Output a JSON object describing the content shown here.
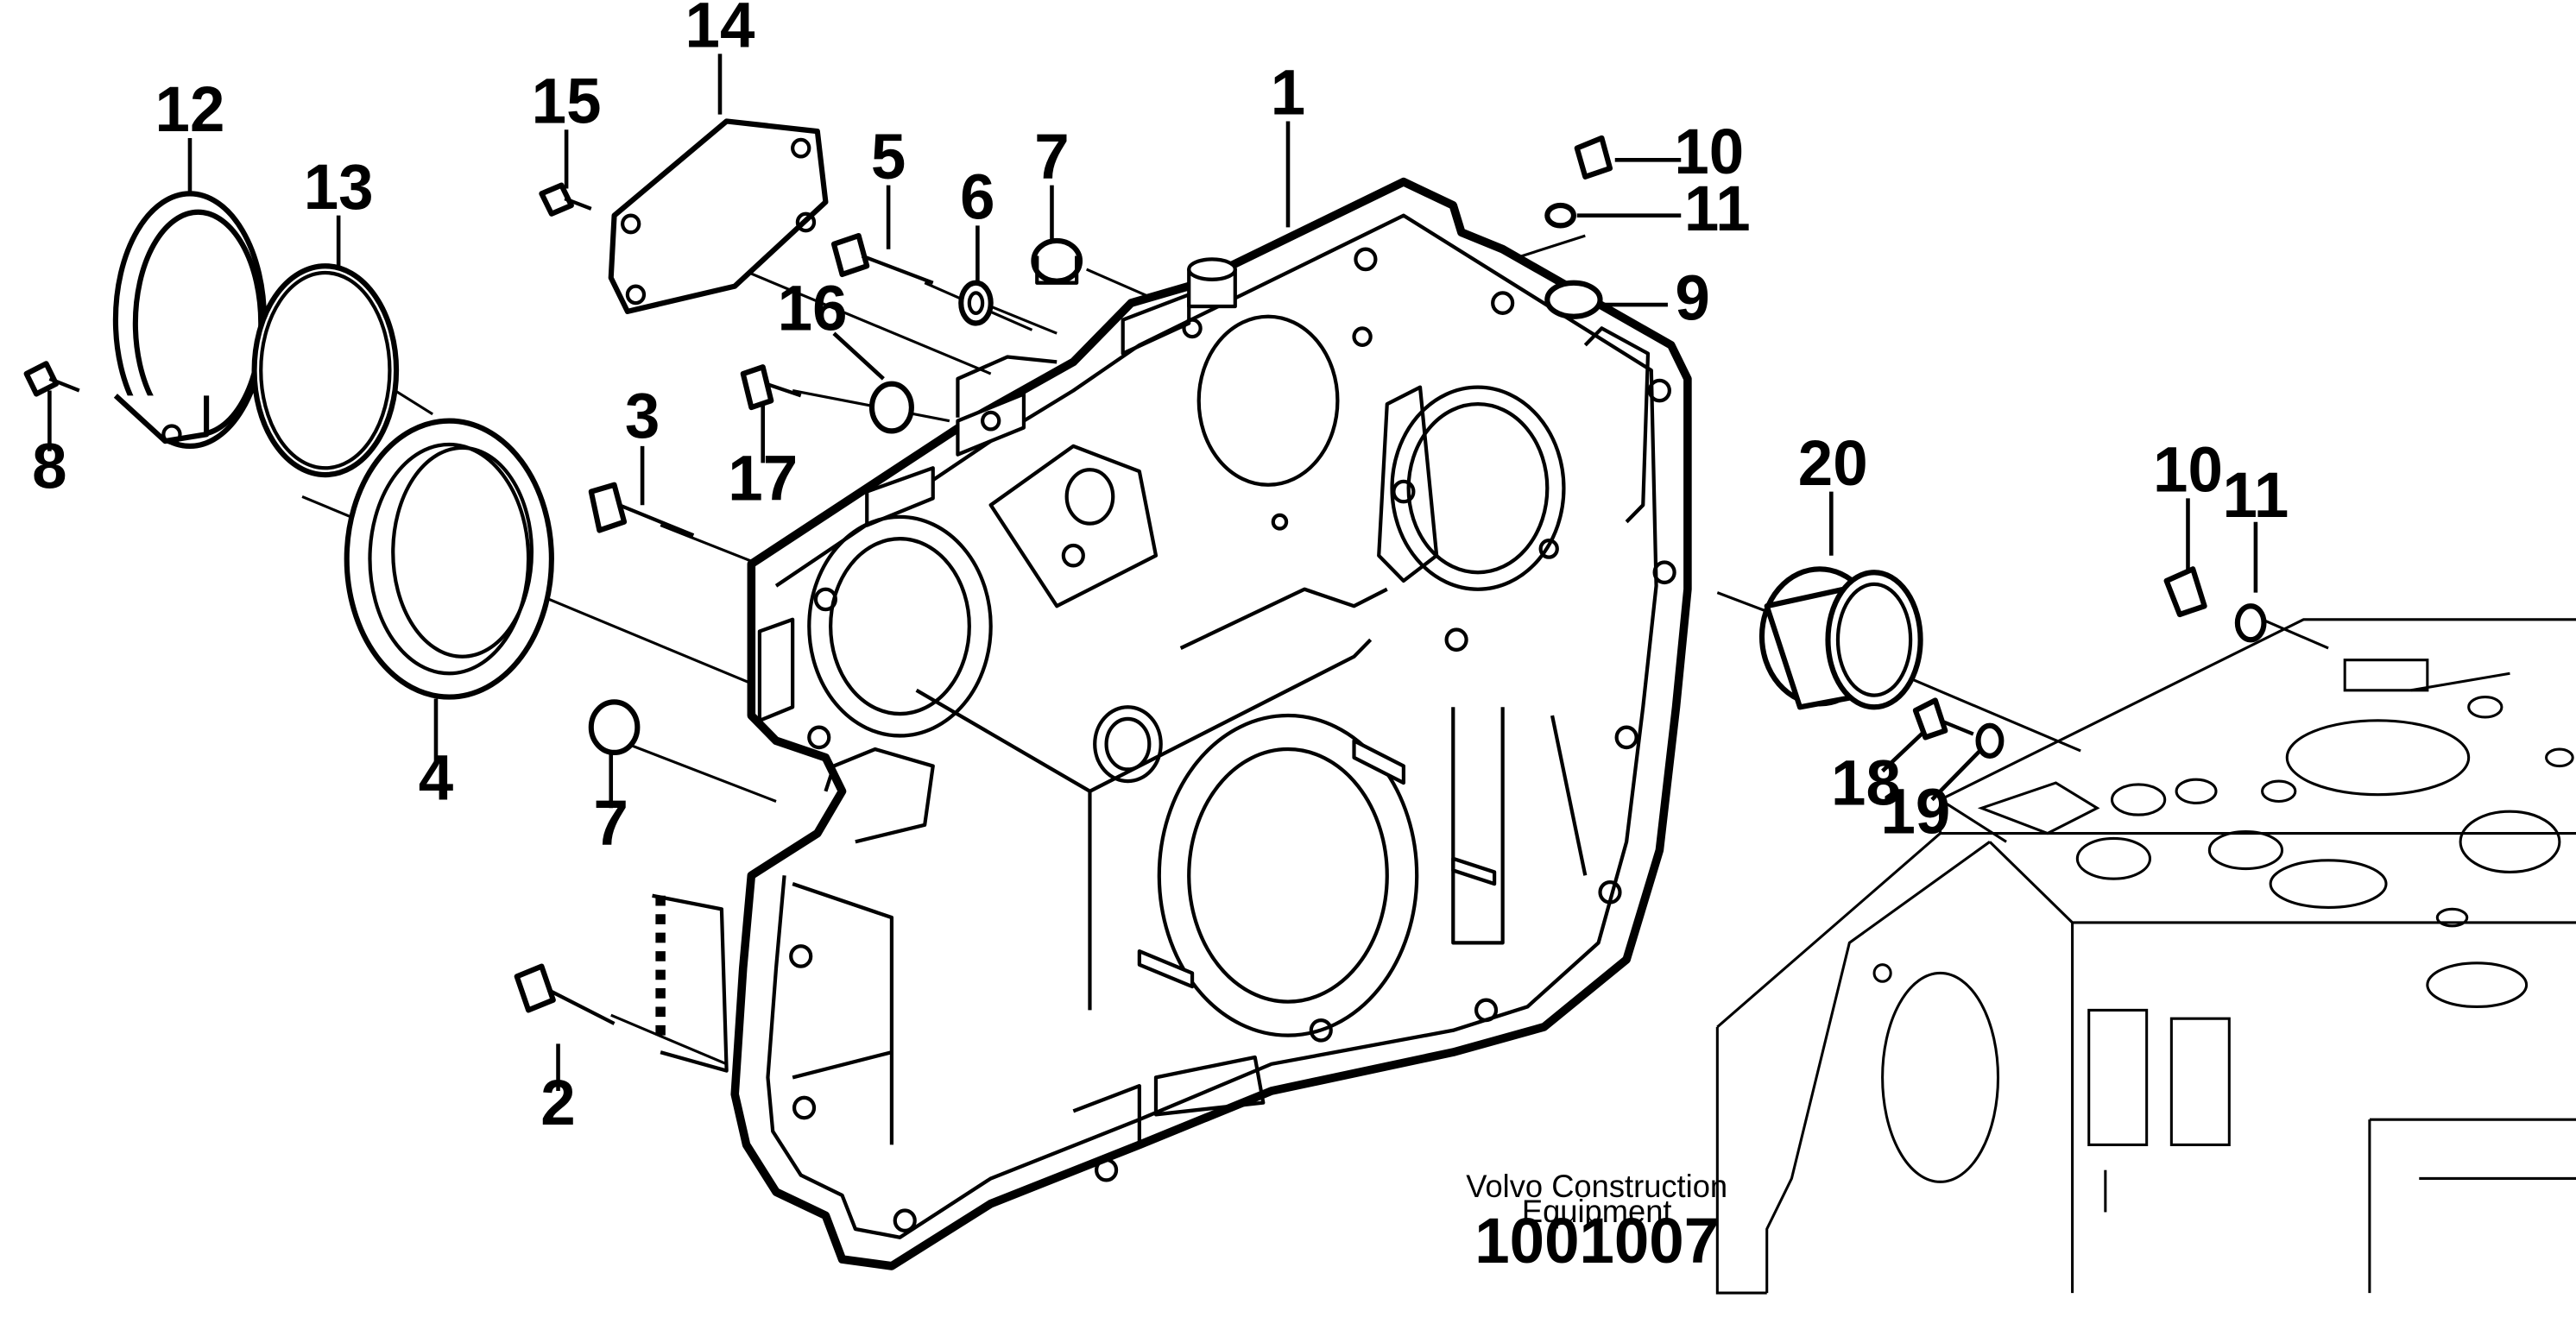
{
  "diagram": {
    "callouts": [
      "1",
      "2",
      "3",
      "4",
      "5",
      "6",
      "7",
      "7",
      "8",
      "9",
      "10",
      "10",
      "11",
      "11",
      "12",
      "13",
      "14",
      "15",
      "16",
      "17",
      "18",
      "19",
      "20"
    ],
    "credit_line1": "Volvo Construction",
    "credit_line2": "Equipment",
    "document_number": "1001007"
  }
}
